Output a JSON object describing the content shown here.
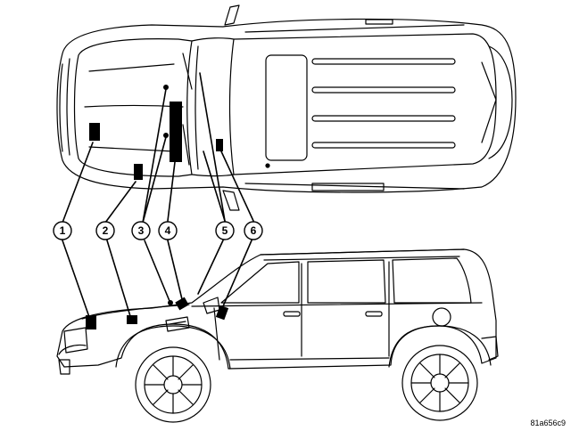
{
  "callouts": [
    {
      "id": "1",
      "label": "1"
    },
    {
      "id": "2",
      "label": "2"
    },
    {
      "id": "3",
      "label": "3"
    },
    {
      "id": "4",
      "label": "4"
    },
    {
      "id": "5",
      "label": "5"
    },
    {
      "id": "6",
      "label": "6"
    }
  ],
  "reference_code": "81a656c9",
  "colors": {
    "line": "#000000",
    "background": "#ffffff"
  }
}
